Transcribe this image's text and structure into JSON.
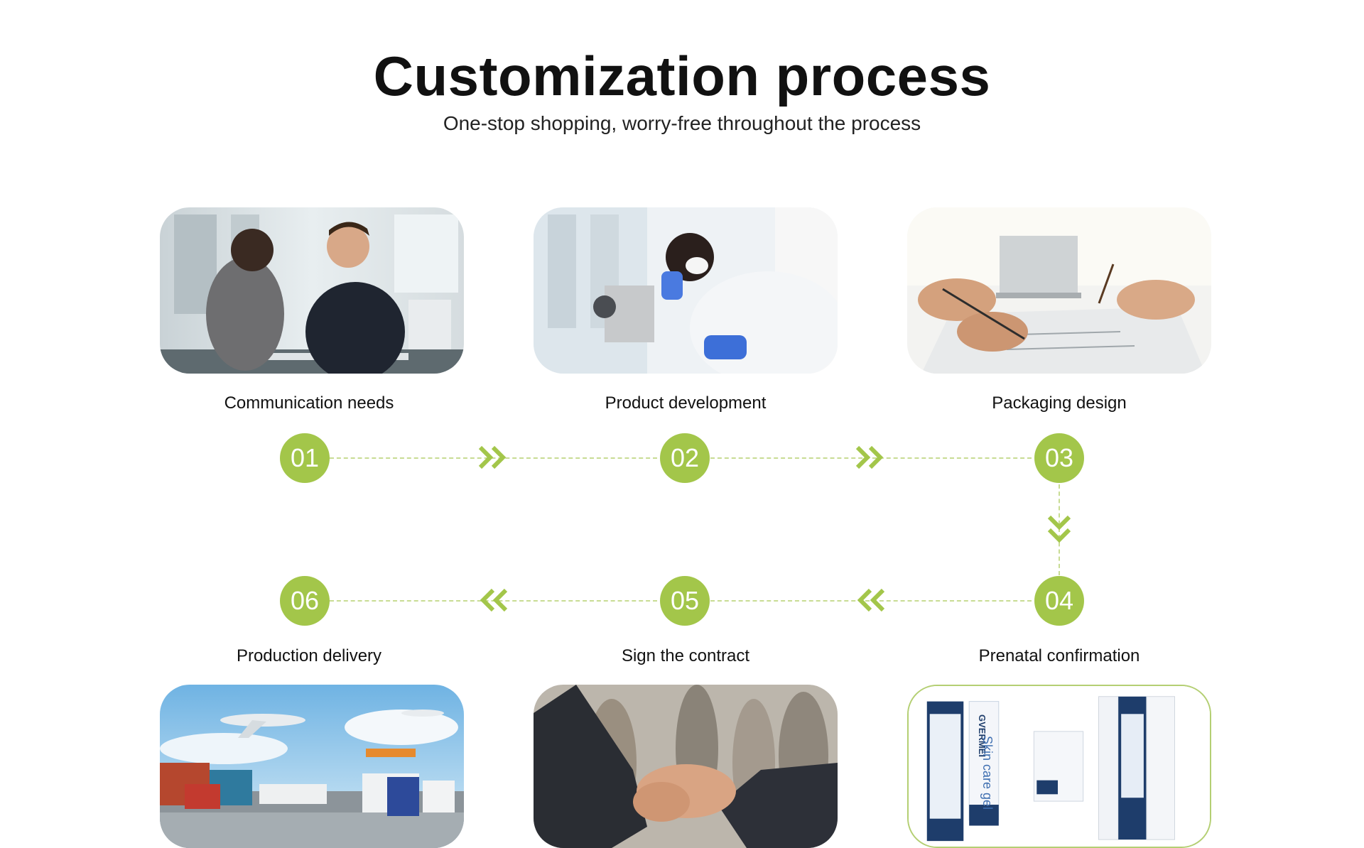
{
  "header": {
    "title": "Customization process",
    "subtitle": "One-stop shopping, worry-free throughout the process"
  },
  "steps": [
    {
      "number": "01",
      "label": "Communication needs"
    },
    {
      "number": "02",
      "label": "Product development"
    },
    {
      "number": "03",
      "label": "Packaging design"
    },
    {
      "number": "04",
      "label": "Prenatal confirmation"
    },
    {
      "number": "05",
      "label": "Sign the contract"
    },
    {
      "number": "06",
      "label": "Production delivery"
    }
  ],
  "product_box": {
    "brand": "GVERMEI",
    "product_name": "Skin care gel"
  },
  "colors": {
    "accent": "#a3c64a",
    "dashed_line": "#c8dc93"
  },
  "icons": {
    "forward": "double-chevron-right-icon",
    "down": "double-chevron-down-icon",
    "back": "double-chevron-left-icon"
  }
}
